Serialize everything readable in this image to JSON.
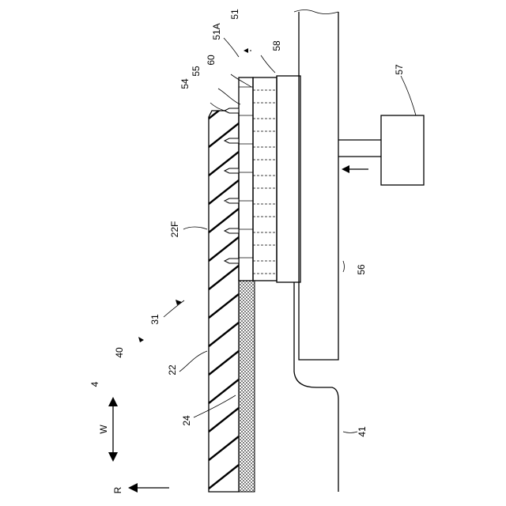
{
  "labels": {
    "l4": "4",
    "l40": "40",
    "l31": "31",
    "l22": "22",
    "l22F": "22F",
    "l24": "24",
    "l41": "41",
    "l51": "51",
    "l51A": "51A",
    "l54": "54",
    "l55": "55",
    "l56": "56",
    "l57": "57",
    "l58": "58",
    "l60": "60",
    "lW": "W",
    "lR": "R"
  },
  "pin_count": 6,
  "slot_count": 7
}
